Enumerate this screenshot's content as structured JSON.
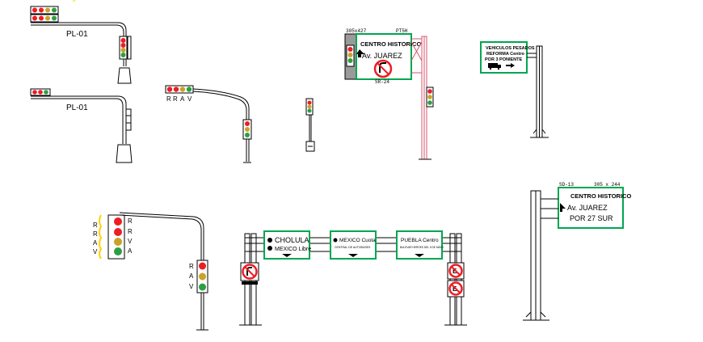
{
  "pole_labels": {
    "pl1_top": "PL-01",
    "pl1_bottom": "PL-01"
  },
  "rrav_horizontal": [
    "R",
    "R",
    "A",
    "V"
  ],
  "rrav_vertical_left": [
    "R",
    "R",
    "A",
    "V"
  ],
  "rrav_vertical_head": [
    "R",
    "R",
    "V",
    "A"
  ],
  "rav_small": [
    "R",
    "A",
    "V"
  ],
  "sign_centro_top": {
    "size_code": "305x427",
    "code": "PT5H",
    "line1": "CENTRO HISTORICO",
    "line2": "Av. JUAREZ",
    "sub_code": "SR-24"
  },
  "sign_vehiculos": {
    "line1": "VEHICULOS PESADOS",
    "line2": "REFORMA Centro",
    "line3": "POR 3 PONIENTE"
  },
  "sign_centro_right": {
    "code": "SD-13",
    "size": "305 x 244",
    "line1": "CENTRO HISTORICO",
    "line2": "Av. JUAREZ",
    "line3": "POR 27 SUR"
  },
  "gantry": {
    "panel1": {
      "line1": "CHOLULA",
      "line2": "MEXICO Libre"
    },
    "panel2": {
      "line1": "MEXICO Cuota",
      "line2": "CENTRAL DE AUTOBUSES"
    },
    "panel3": {
      "line1": "PUEBLA Centro",
      "line2": "BULEVAR HEROES DEL 5 DE MAYO"
    }
  },
  "colors": {
    "sign_green": "#00a651",
    "pole_pink": "#d9556b",
    "red": "#ee1c24",
    "amber": "#c9a227",
    "green": "#2e9e44",
    "yellow_glow": "#ffd200",
    "line": "#000000"
  },
  "icons": [
    "traffic-light-icon",
    "arrow-icon",
    "no-turn-icon",
    "truck-icon",
    "no-parking-icon"
  ]
}
